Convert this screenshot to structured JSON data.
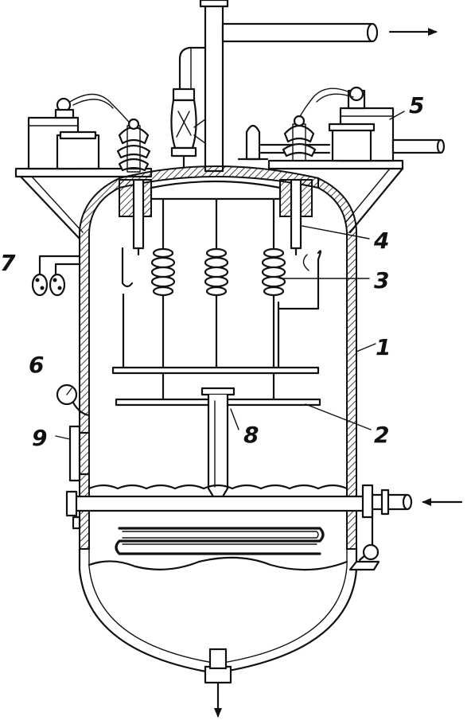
{
  "callouts": [
    {
      "id": "c1",
      "text": "1"
    },
    {
      "id": "c2",
      "text": "2"
    },
    {
      "id": "c3",
      "text": "3"
    },
    {
      "id": "c4",
      "text": "4"
    },
    {
      "id": "c5",
      "text": "5"
    },
    {
      "id": "c6",
      "text": "6"
    },
    {
      "id": "c7",
      "text": "7"
    },
    {
      "id": "c8",
      "text": "8"
    },
    {
      "id": "c9",
      "text": "9"
    }
  ],
  "colors": {
    "ink": "#111111",
    "background": "#ffffff"
  }
}
